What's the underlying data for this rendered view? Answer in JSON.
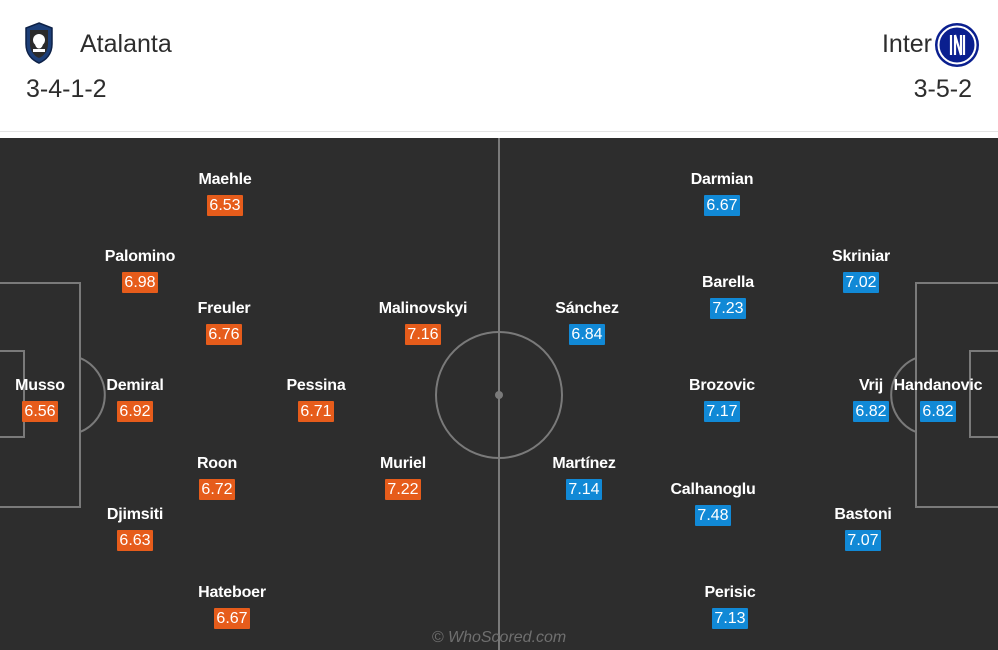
{
  "header": {
    "home": {
      "name": "Atalanta",
      "formation": "3-4-1-2"
    },
    "away": {
      "name": "Inter",
      "formation": "3-5-2"
    }
  },
  "colors": {
    "home_rating": "#e65c1b",
    "away_rating": "#1189d6",
    "pitch": "#2d2d2d"
  },
  "home_players": [
    {
      "name": "Maehle",
      "rating": "6.53"
    },
    {
      "name": "Palomino",
      "rating": "6.98"
    },
    {
      "name": "Freuler",
      "rating": "6.76"
    },
    {
      "name": "Malinovskyi",
      "rating": "7.16"
    },
    {
      "name": "Musso",
      "rating": "6.56"
    },
    {
      "name": "Demiral",
      "rating": "6.92"
    },
    {
      "name": "Pessina",
      "rating": "6.71"
    },
    {
      "name": "Roon",
      "rating": "6.72"
    },
    {
      "name": "Muriel",
      "rating": "7.22"
    },
    {
      "name": "Djimsiti",
      "rating": "6.63"
    },
    {
      "name": "Hateboer",
      "rating": "6.67"
    }
  ],
  "away_players": [
    {
      "name": "Darmian",
      "rating": "6.67"
    },
    {
      "name": "Skriniar",
      "rating": "7.02"
    },
    {
      "name": "Barella",
      "rating": "7.23"
    },
    {
      "name": "Sánchez",
      "rating": "6.84"
    },
    {
      "name": "Brozovic",
      "rating": "7.17"
    },
    {
      "name": "Vrij",
      "rating": "6.82"
    },
    {
      "name": "Handanovic",
      "rating": "6.82"
    },
    {
      "name": "Martínez",
      "rating": "7.14"
    },
    {
      "name": "Calhanoglu",
      "rating": "7.48"
    },
    {
      "name": "Bastoni",
      "rating": "7.07"
    },
    {
      "name": "Perisic",
      "rating": "7.13"
    }
  ],
  "credit": "© WhoScored.com"
}
